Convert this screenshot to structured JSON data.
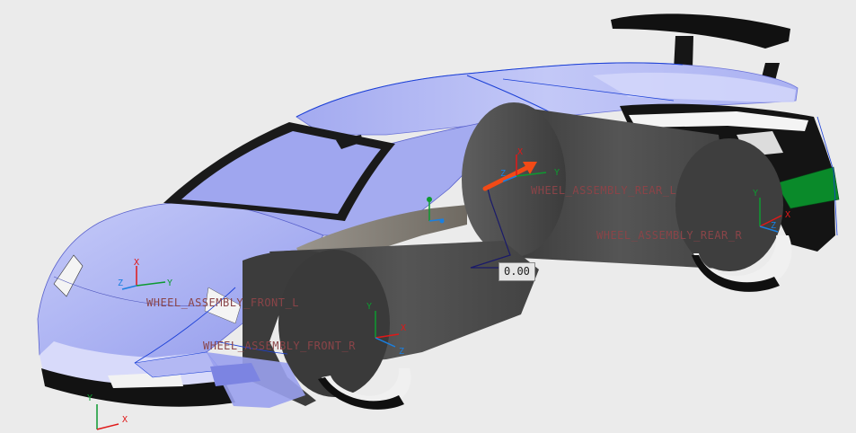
{
  "colors": {
    "background": "#ebebeb",
    "body_blue": "#a9b0f2",
    "body_blue_light": "#c9cdf8",
    "body_blue_dark": "#8b93e6",
    "edge_blue": "#1a3fd6",
    "wheel_gray": "#4a4a4a",
    "wheel_gray_dark": "#2e2e2e",
    "trim_black": "#111111",
    "diffuser_green": "#0a8a2a",
    "sill_taupe": "#8c877f",
    "label_color": "#8a4448",
    "axis_x": "#e01818",
    "axis_y": "#0d9a30",
    "axis_z": "#1a7fe0",
    "dimension_line": "#1a1a6a",
    "drag_handle": "#f24a16"
  },
  "csys_labels": {
    "rear_left": "WHEEL_ASSEMBLY_REAR_L",
    "rear_right": "WHEEL_ASSEMBLY_REAR_R",
    "front_left": "WHEEL_ASSEMBLY_FRONT_L",
    "front_right": "WHEEL_ASSEMBLY_FRONT_R"
  },
  "axis_letters": {
    "x": "X",
    "y": "Y",
    "z": "Z"
  },
  "dimension": {
    "value": "0.00"
  }
}
